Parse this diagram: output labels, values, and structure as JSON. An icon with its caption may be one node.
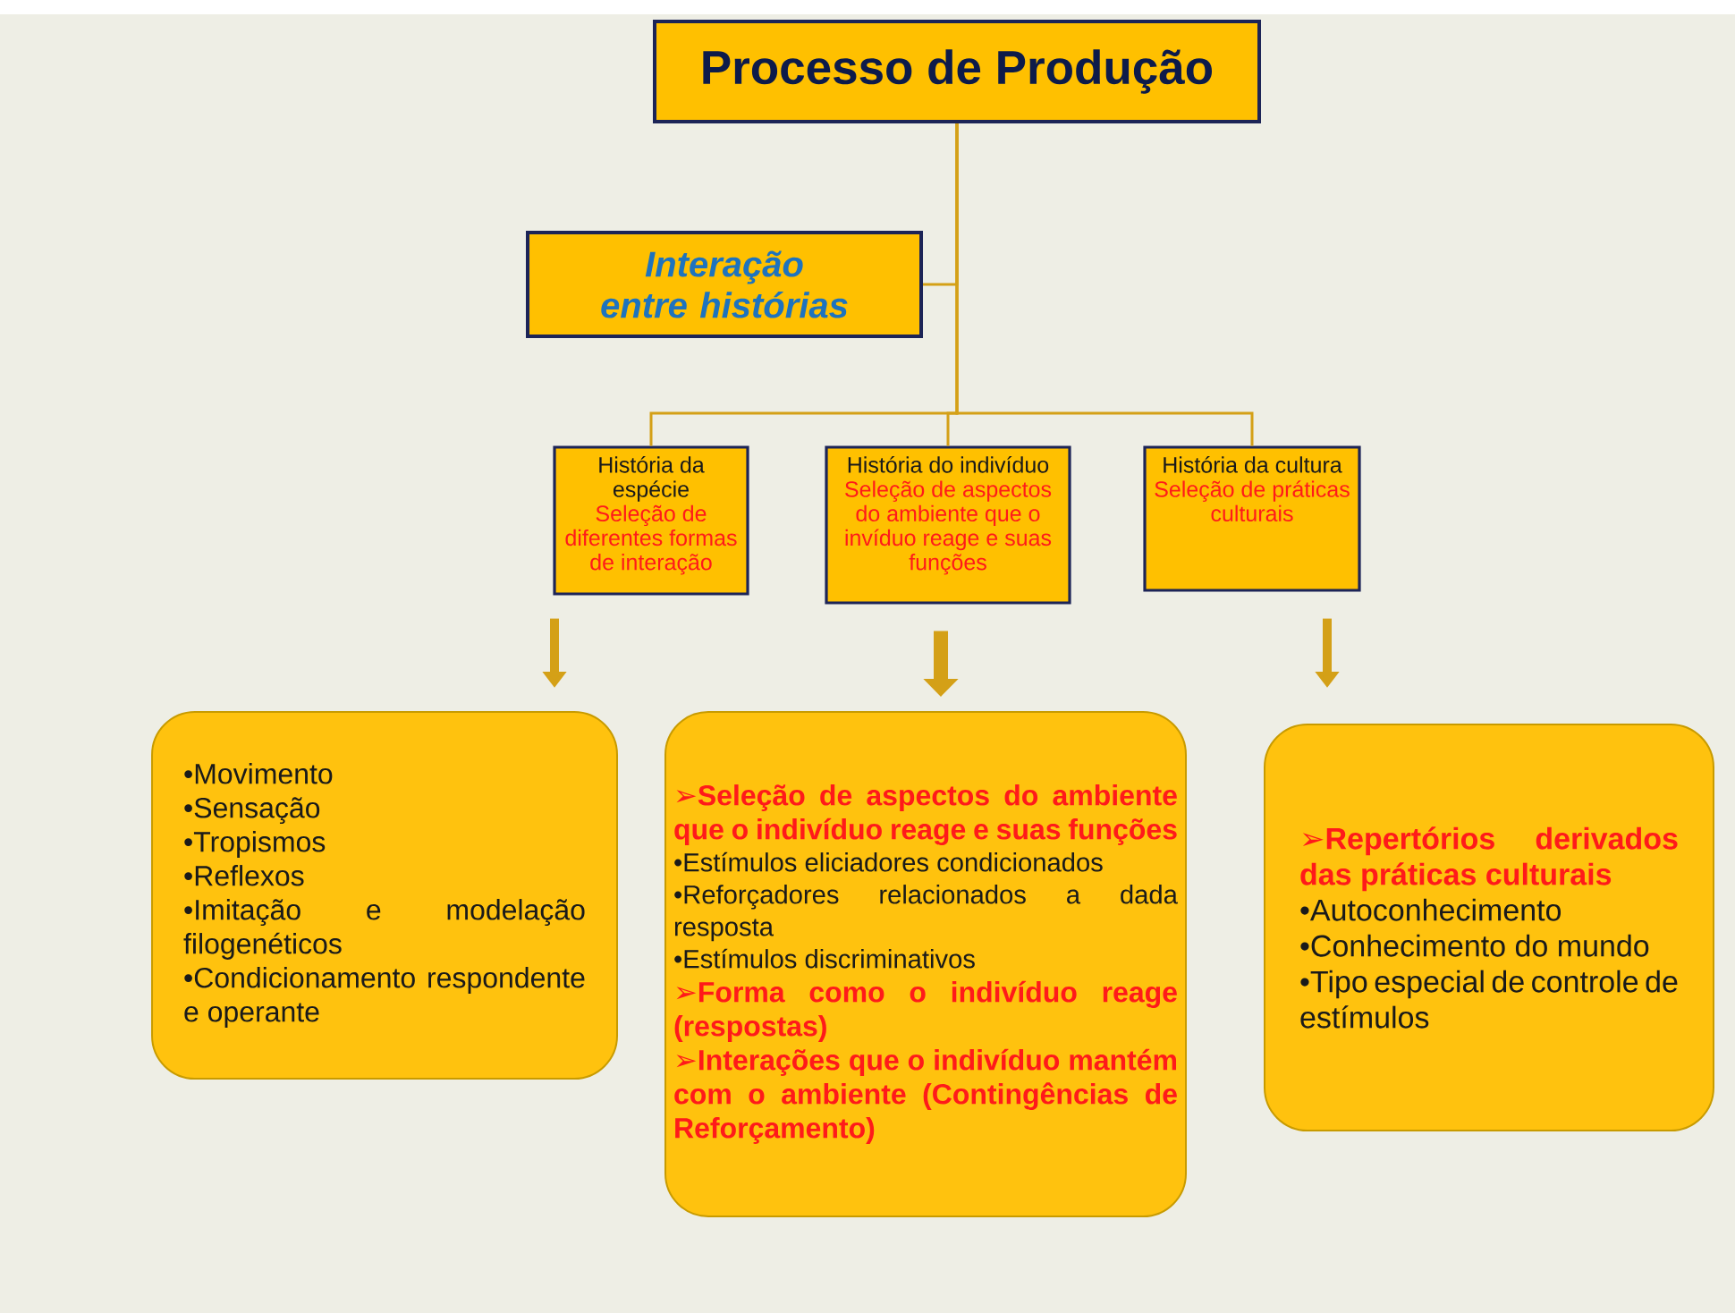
{
  "diagram": {
    "nodes": [
      {
        "text": [
          "Processo de Produção"
        ]
      },
      {
        "text": [
          "Interação entre histórias"
        ]
      },
      {
        "text": [
          "História da espécie",
          "Seleção de diferentes formas de interação"
        ]
      },
      {
        "text": [
          "História do indivíduo",
          "Seleção de aspectos do ambiente que o invíduo reage e suas funções"
        ]
      },
      {
        "text": [
          "História da cultura",
          "Seleção de práticas culturais"
        ]
      },
      {
        "text": [
          "•Movimento",
          "•Sensação",
          "•Tropismos",
          "•Reflexos",
          "•Imitação e modelação filogenéticos",
          "•Condicionamento respondente e operante"
        ]
      },
      {
        "text": [
          "➢Seleção de aspectos do ambiente que o indivíduo reage e suas funções",
          "•Estímulos eliciadores condicionados",
          "•Reforçadores relacionados a dada resposta",
          "•Estímulos discriminativos",
          "➢Forma como o indivíduo reage (respostas)",
          "➢Interações que o indivíduo mantém com o ambiente (Contingências de Reforçamento)"
        ]
      },
      {
        "text": [
          "➢Repertórios derivados das práticas culturais",
          "•Autoconhecimento",
          "•Conhecimento do mundo",
          "•Tipo especial de controle de estímulos"
        ]
      }
    ],
    "edges": [
      {
        "from": 0,
        "to": 1,
        "arrow": "none"
      },
      {
        "from": 0,
        "to": 2,
        "arrow": "none"
      },
      {
        "from": 0,
        "to": 3,
        "arrow": "none"
      },
      {
        "from": 0,
        "to": 4,
        "arrow": "none"
      },
      {
        "from": 2,
        "to": 5,
        "arrow": "to",
        "style": "thick"
      },
      {
        "from": 3,
        "to": 6,
        "arrow": "to",
        "style": "thick"
      },
      {
        "from": 4,
        "to": 7,
        "arrow": "to",
        "style": "thick"
      }
    ]
  }
}
